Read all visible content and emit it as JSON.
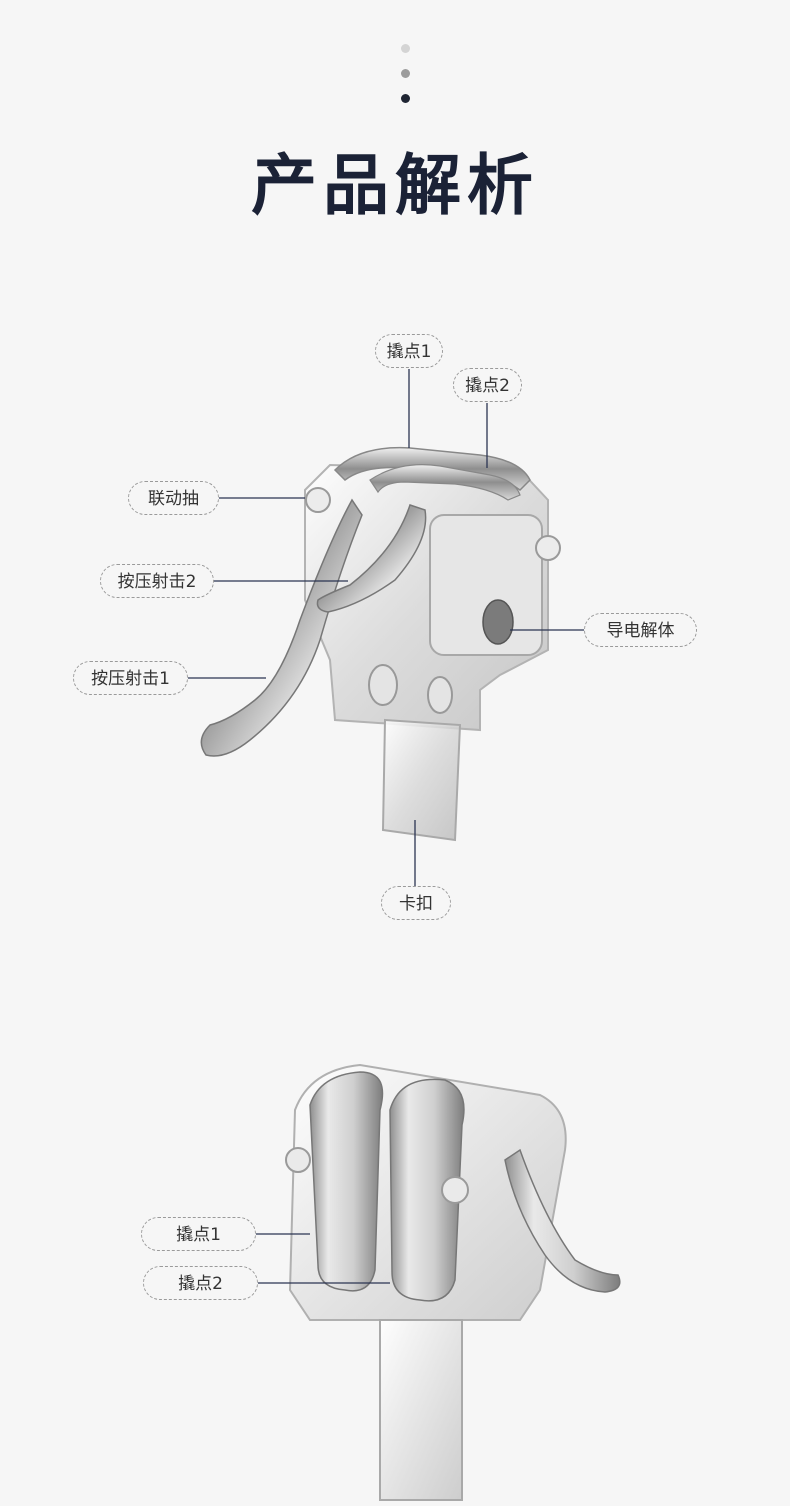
{
  "page": {
    "title": "产品解析"
  },
  "colors": {
    "background": "#f6f6f6",
    "title": "#1b2236",
    "leader_line": "#2b3452",
    "label_border": "#9a9a9a"
  },
  "figure_top": {
    "labels": {
      "pry_point_1": "撬点1",
      "pry_point_2": "撬点2",
      "linkage_shaft": "联动抽",
      "press_fire_2": "按压射击2",
      "press_fire_1": "按压射击1",
      "conductor": "导电解体",
      "clip": "卡扣"
    }
  },
  "figure_bottom": {
    "labels": {
      "pry_point_1": "撬点1",
      "pry_point_2": "撬点2"
    }
  }
}
